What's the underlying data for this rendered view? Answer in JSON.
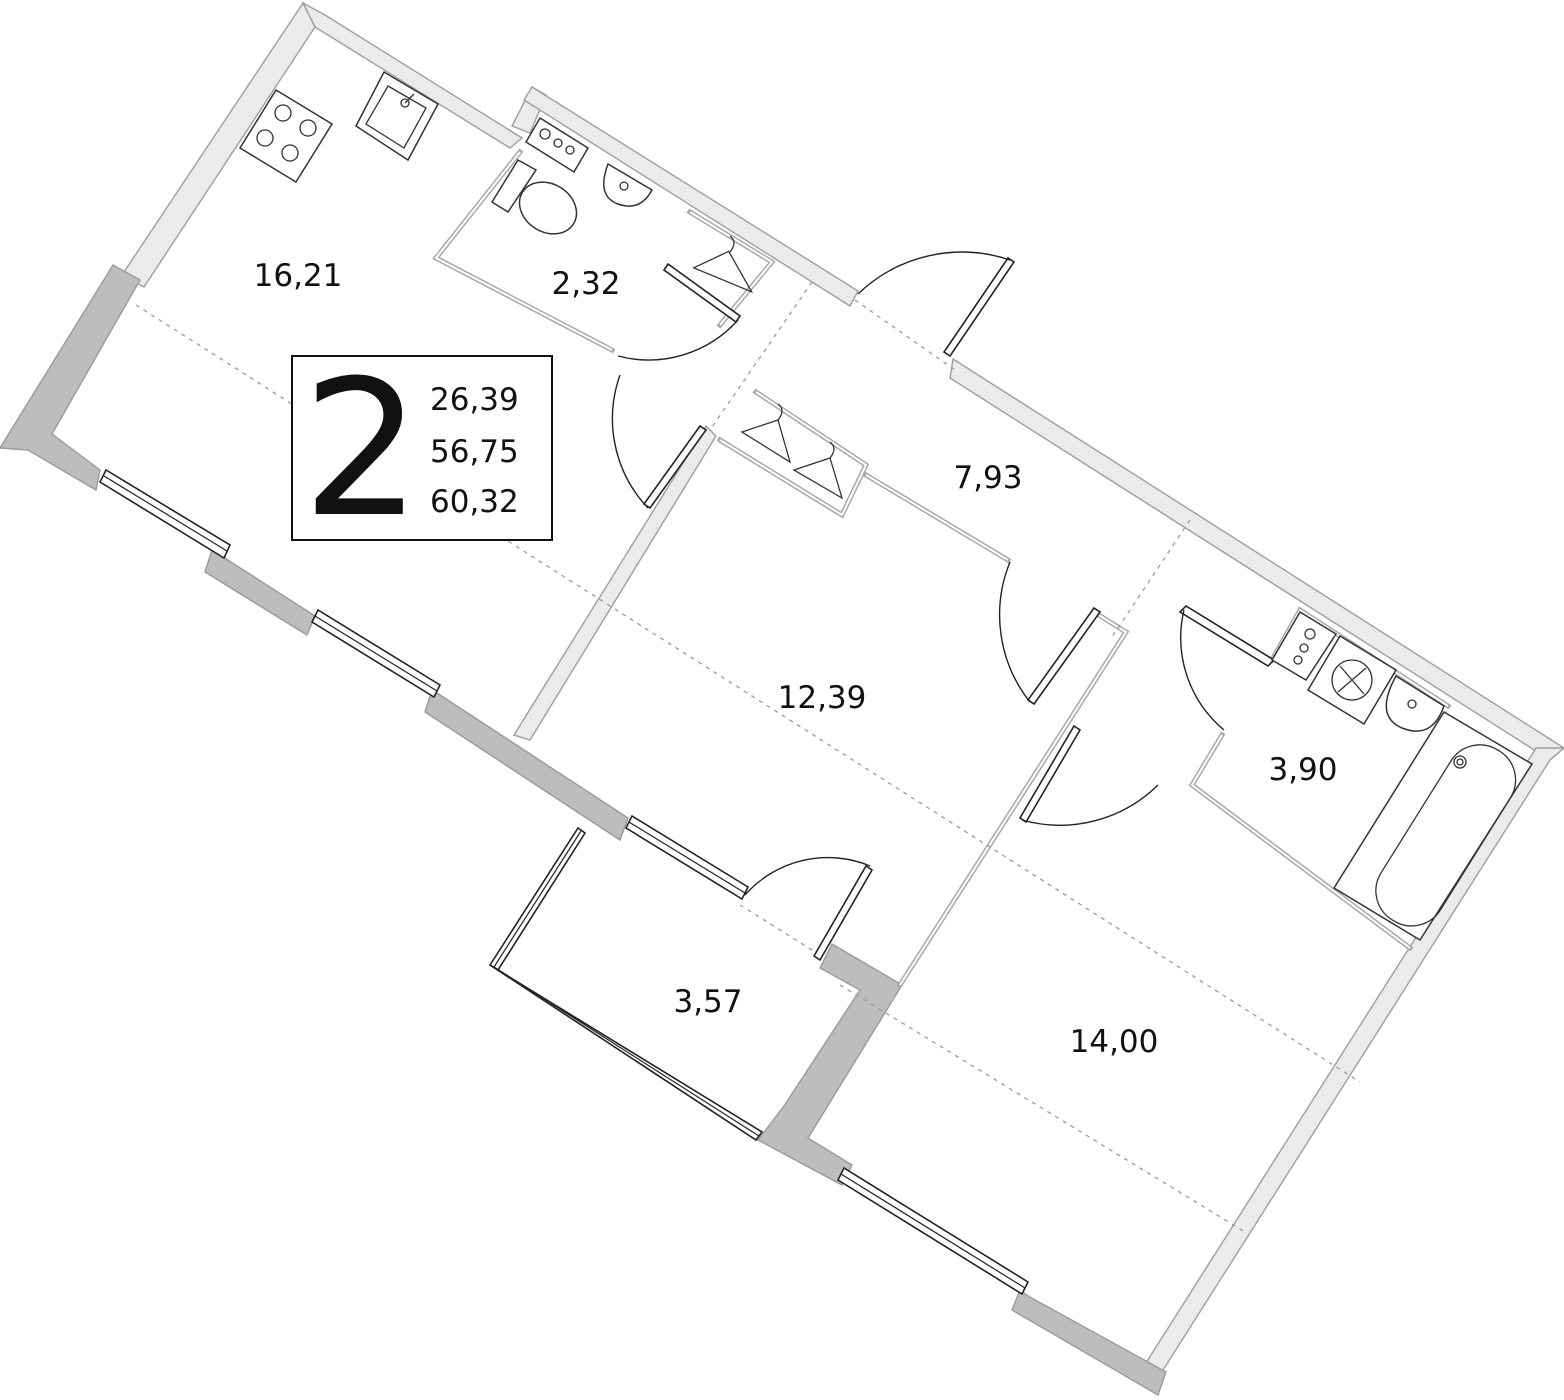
{
  "summary": {
    "rooms_count": "2",
    "living_area": "26,39",
    "total_area": "56,75",
    "total_area_with_balcony": "60,32"
  },
  "rooms": [
    {
      "id": "kitchen-living",
      "area": "16,21"
    },
    {
      "id": "wc",
      "area": "2,32"
    },
    {
      "id": "hall",
      "area": "7,93"
    },
    {
      "id": "room-1",
      "area": "12,39"
    },
    {
      "id": "bathroom",
      "area": "3,90"
    },
    {
      "id": "balcony",
      "area": "3,57"
    },
    {
      "id": "room-2",
      "area": "14,00"
    }
  ]
}
